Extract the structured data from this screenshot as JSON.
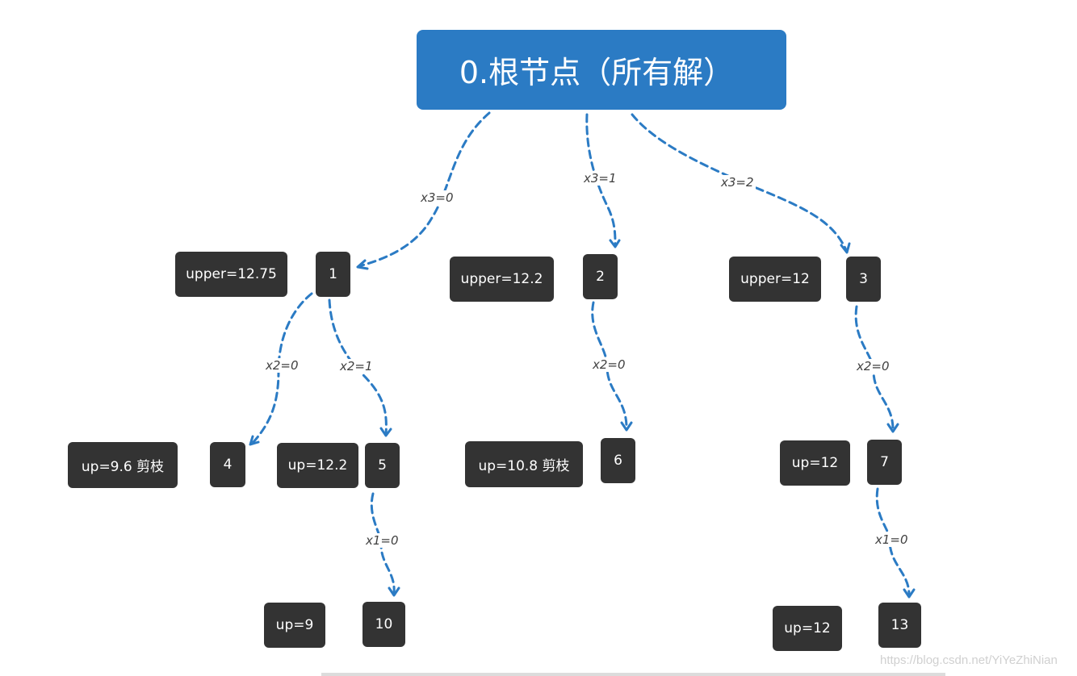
{
  "root": {
    "label": "0.根节点（所有解）"
  },
  "nodes": {
    "n1": "1",
    "n2": "2",
    "n3": "3",
    "n4": "4",
    "n5": "5",
    "n6": "6",
    "n7": "7",
    "n10": "10",
    "n13": "13"
  },
  "bounds": {
    "b1": "upper=12.75",
    "b2": "upper=12.2",
    "b3": "upper=12",
    "b4": "up=9.6  剪枝",
    "b5": "up=12.2",
    "b6": "up=10.8  剪枝",
    "b7": "up=12",
    "b10": "up=9",
    "b13": "up=12"
  },
  "edges": {
    "e1": "x3=0",
    "e2": "x3=1",
    "e3": "x3=2",
    "e4": "x2=0",
    "e5": "x2=1",
    "e6": "x2=0",
    "e7": "x2=0",
    "e10": "x1=0",
    "e13": "x1=0"
  },
  "watermark": "https://blog.csdn.net/YiYeZhiNian",
  "colors": {
    "root": "#2b7bc4",
    "node": "#333333",
    "edge": "#2b7bc4"
  }
}
